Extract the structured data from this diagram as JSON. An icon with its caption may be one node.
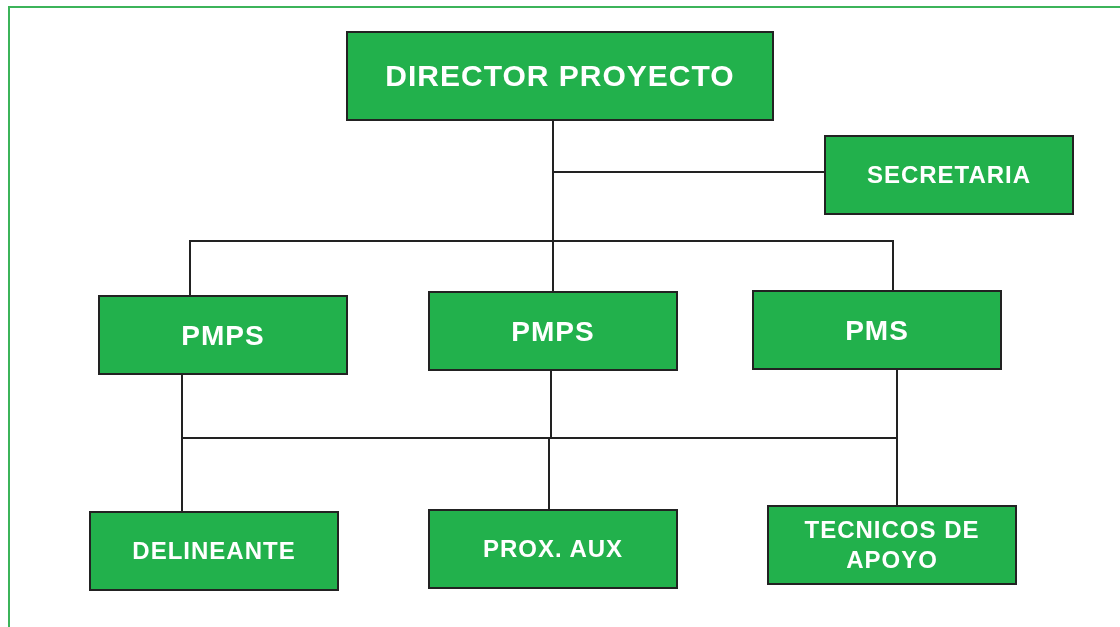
{
  "diagram": {
    "nodes": [
      {
        "text": [
          "DIRECTOR PROYECTO"
        ]
      },
      {
        "text": [
          "SECRETARIA"
        ]
      },
      {
        "text": [
          "PMPS"
        ]
      },
      {
        "text": [
          "PMPS"
        ]
      },
      {
        "text": [
          "PMS"
        ]
      },
      {
        "text": [
          "DELINEANTE"
        ]
      },
      {
        "text": [
          "PROX. AUX"
        ]
      },
      {
        "text": [
          "TECNICOS DE APOYO"
        ]
      }
    ],
    "edges": [
      {
        "from": 0,
        "to": 1,
        "arrow": "none"
      },
      {
        "from": 0,
        "to": 2,
        "arrow": "none"
      },
      {
        "from": 0,
        "to": 3,
        "arrow": "none"
      },
      {
        "from": 0,
        "to": 4,
        "arrow": "none"
      },
      {
        "from": 2,
        "to": 5,
        "arrow": "none"
      },
      {
        "from": 2,
        "to": 6,
        "arrow": "none"
      },
      {
        "from": 2,
        "to": 7,
        "arrow": "none"
      },
      {
        "from": 3,
        "to": 5,
        "arrow": "none"
      },
      {
        "from": 3,
        "to": 6,
        "arrow": "none"
      },
      {
        "from": 3,
        "to": 7,
        "arrow": "none"
      },
      {
        "from": 4,
        "to": 5,
        "arrow": "none"
      },
      {
        "from": 4,
        "to": 6,
        "arrow": "none"
      },
      {
        "from": 4,
        "to": 7,
        "arrow": "none"
      }
    ]
  }
}
